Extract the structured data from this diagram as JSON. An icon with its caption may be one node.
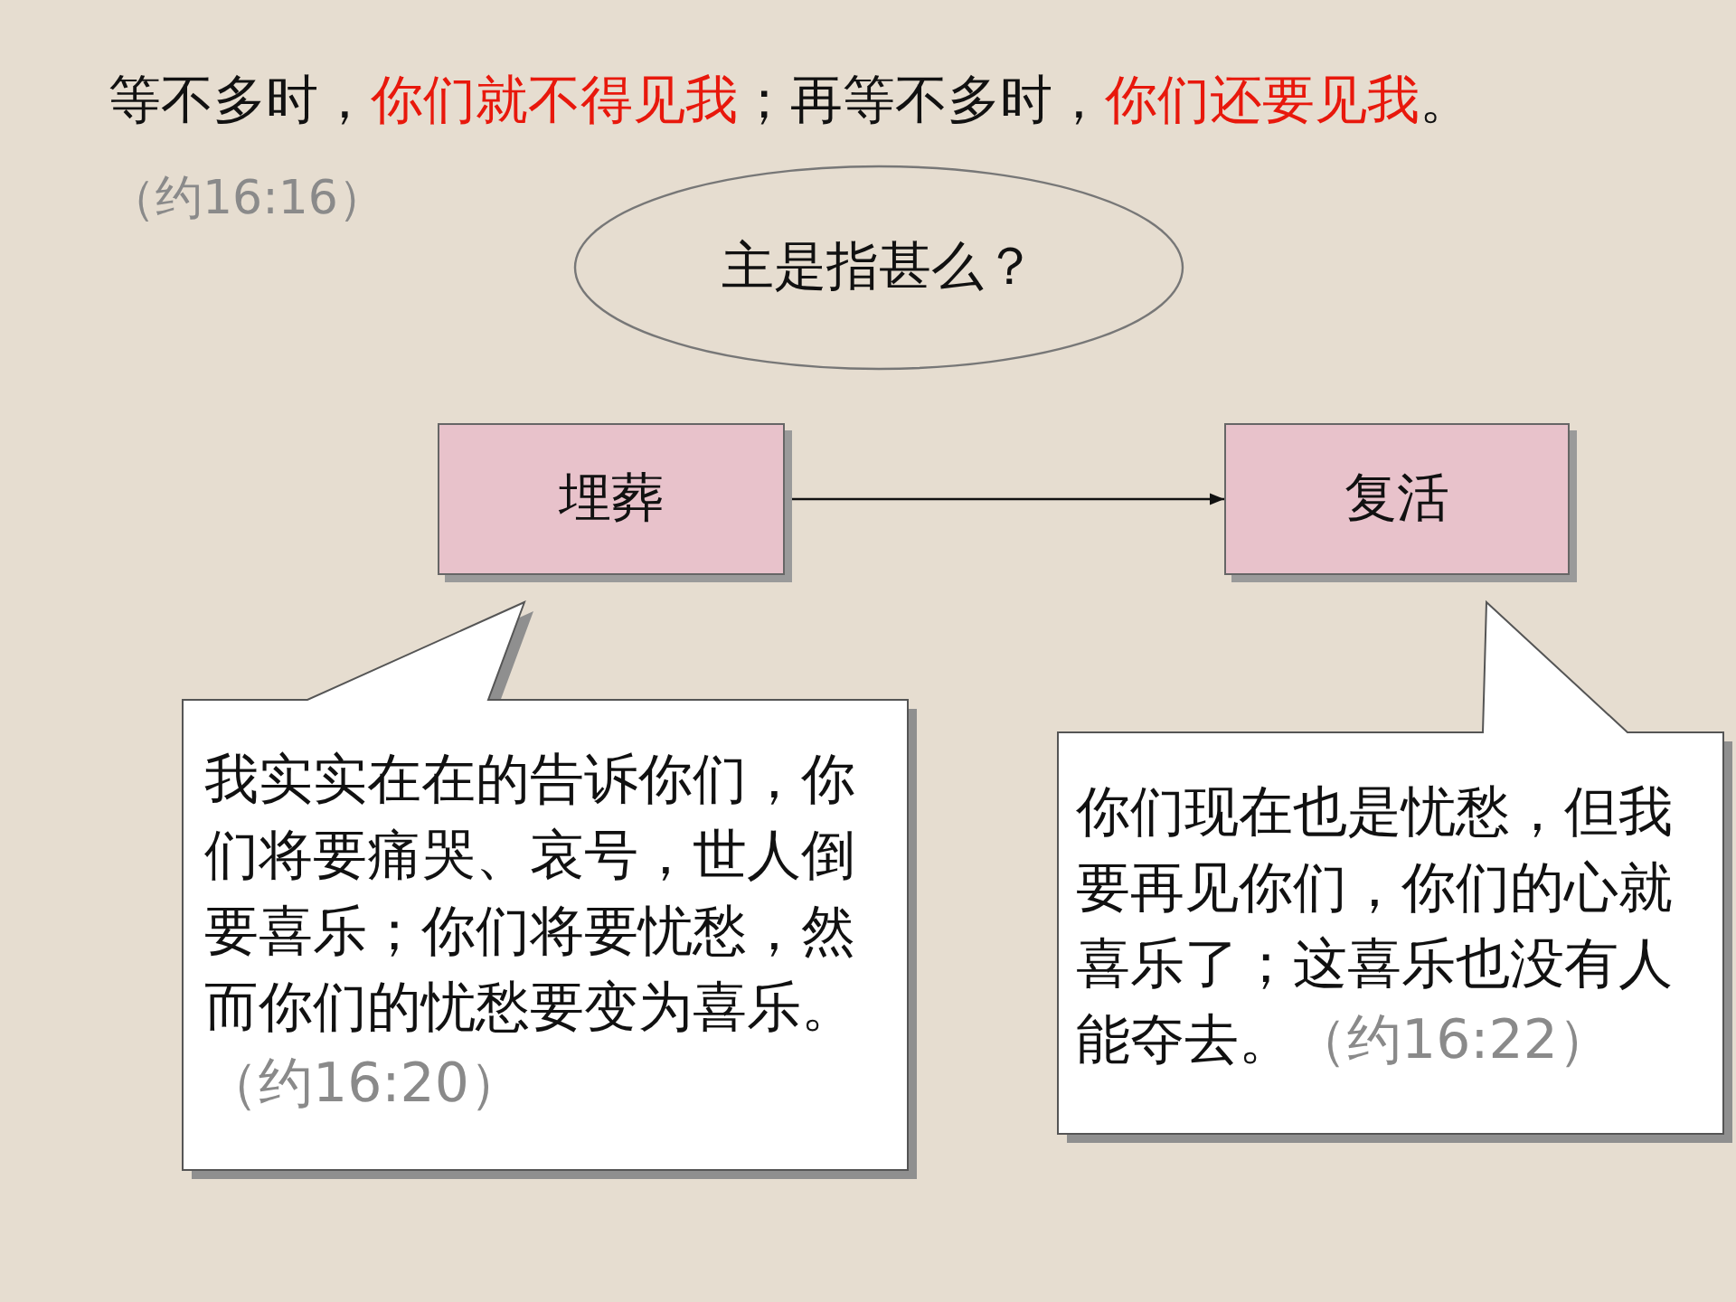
{
  "diagram": {
    "title": "等不多时，**你们就不得见我**；再等不多时，**你们还要见我**。",
    "nodes": [
      {
        "text": [
          "主是指甚么？"
        ]
      },
      {
        "text": [
          "埋葬"
        ]
      },
      {
        "text": [
          "复活"
        ]
      },
      {
        "text": [
          "我实实在在的告诉你们，你们将要痛哭、哀号，世人倒要喜乐；你们将要忧愁，然而你们的忧愁要变为喜乐。",
          "（约16:20）"
        ]
      },
      {
        "text": [
          "你们现在也是忧愁，但我要再见你们，你们的心就喜乐了；这喜乐也没有人能夺去。",
          "（约16:22）"
        ]
      }
    ],
    "edges": [
      {
        "from": 1,
        "to": 2,
        "arrow": "to"
      }
    ],
    "labels": [
      "（约16:16）"
    ]
  }
}
